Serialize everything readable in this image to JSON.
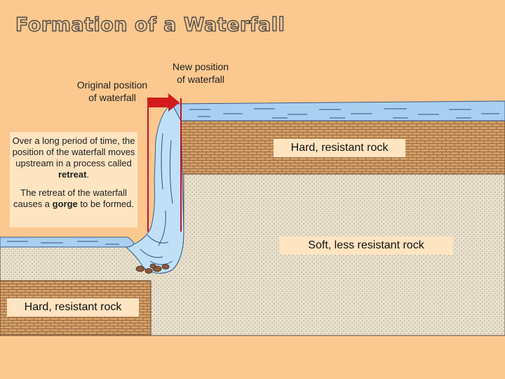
{
  "title": "Formation of a Waterfall",
  "labels": {
    "original_position": [
      "Original position",
      "of waterfall"
    ],
    "new_position": [
      "New position",
      "of waterfall"
    ]
  },
  "explanation": {
    "retreat": {
      "before": "Over a long period of time, the position of the waterfall moves upstream in a process called ",
      "keyword": "retreat",
      "after": "."
    },
    "gorge": {
      "before": "The retreat of the waterfall causes a ",
      "keyword": "gorge",
      "after": " to be formed."
    }
  },
  "rock_labels": {
    "upper_hard": "Hard, resistant rock",
    "soft": "Soft, less resistant rock",
    "lower_hard": "Hard, resistant rock"
  },
  "colors": {
    "background": "#fbc88f",
    "hard_rock": "#d3a06a",
    "soft_rock": "#ebe3cf",
    "water": "#a9d0f1",
    "arrow": "#d21c1c",
    "marker_line": "#c8102e"
  },
  "icons": {
    "arrow": "red-right-arrow"
  }
}
